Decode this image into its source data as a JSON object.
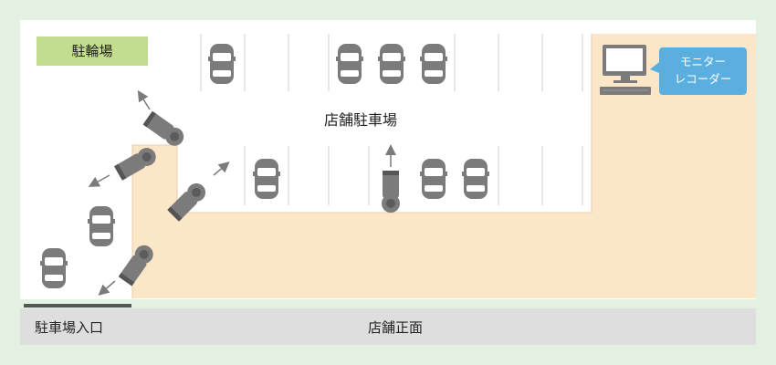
{
  "labels": {
    "bicycle_parking": "駐輪場",
    "store_parking": "店舗駐車場",
    "parking_entrance": "駐車場入口",
    "store_front": "店舗正面",
    "monitor_recorder_line1": "モニター",
    "monitor_recorder_line2": "レコーダー"
  },
  "colors": {
    "outer_background": "#e3f1e3",
    "parking_lot": "#ffffff",
    "store_building": "#fce6c8",
    "street": "#dedede",
    "bike_area": "#c3dd8f",
    "callout": "#5aafdf",
    "car": "#7b7b7b",
    "camera": "#7b7b7b"
  },
  "icons": [
    "car-icon",
    "security-camera-icon",
    "monitor-icon",
    "keyboard-icon",
    "arrow-icon"
  ]
}
